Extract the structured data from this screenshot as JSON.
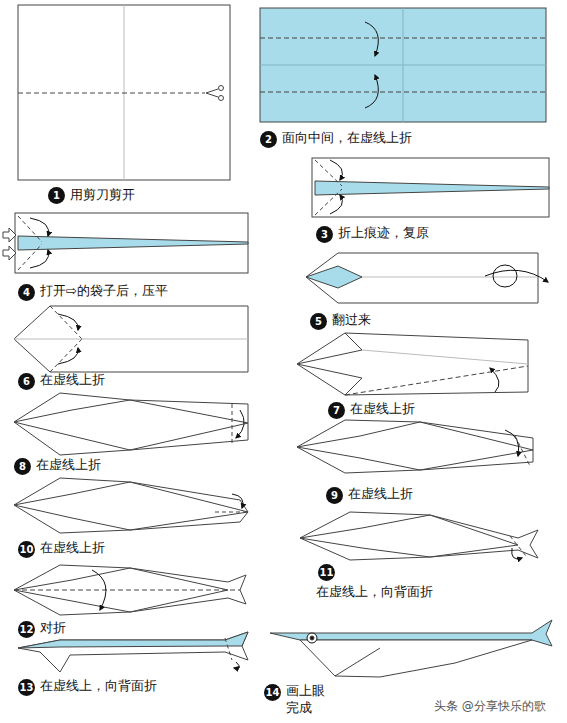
{
  "diagram": {
    "nodes": [
      {
        "text": [
          "1"
        ]
      },
      {
        "text": [
          "2"
        ]
      },
      {
        "text": [
          "3"
        ]
      },
      {
        "text": [
          "4"
        ]
      },
      {
        "text": [
          "5"
        ]
      },
      {
        "text": [
          "6"
        ]
      },
      {
        "text": [
          "7"
        ]
      },
      {
        "text": [
          "8"
        ]
      },
      {
        "text": [
          "9"
        ]
      },
      {
        "text": [
          "10"
        ]
      },
      {
        "text": [
          "11"
        ]
      },
      {
        "text": [
          "12"
        ]
      },
      {
        "text": [
          "13"
        ]
      },
      {
        "text": [
          "14"
        ]
      }
    ],
    "labels": [
      "用剪刀剪开",
      "面向中间，在虚线上折",
      "折上痕迹，复原",
      "打开⇨的袋子后，压平",
      "翻过来",
      "在虚线上折",
      "在虚线上折",
      "在虚线上折",
      "在虚线上折",
      "在虚线上折",
      "在虚线上，向背面折",
      "对折",
      "在虚线上，向背面折",
      "画上眼 完成",
      "头条 @分享快乐的歌"
    ]
  }
}
